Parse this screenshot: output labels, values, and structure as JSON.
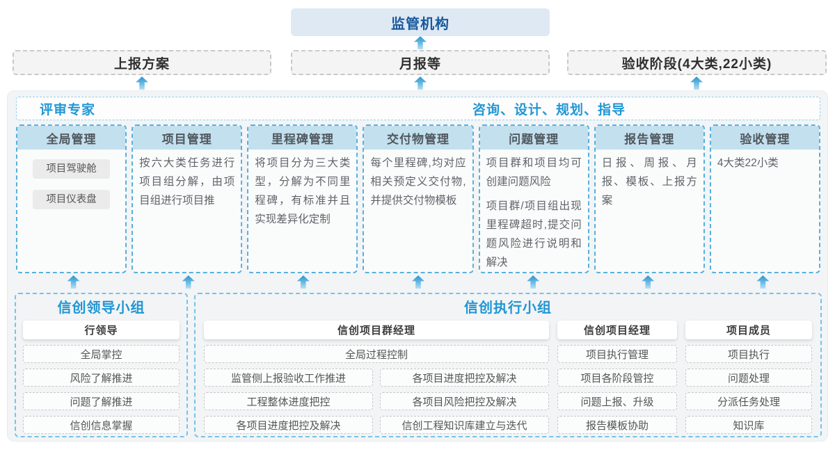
{
  "top": {
    "regulator": "监管机构"
  },
  "row2": {
    "report_plan": "上报方案",
    "monthly": "月报等",
    "acceptance": "验收阶段(4大类,22小类)"
  },
  "panel": {
    "experts_label": "评审专家",
    "consulting_label": "咨询、设计、规划、指导",
    "columns": [
      {
        "title": "全局管理",
        "pills": [
          "项目驾驶舱",
          "项目仪表盘"
        ]
      },
      {
        "title": "项目管理",
        "paras": [
          "按六大类任务进行项目组分解，由项目组进行项目推"
        ]
      },
      {
        "title": "里程碑管理",
        "paras": [
          "将项目分为三大类型，分解为不同里程碑，有标准并且实现差异化定制"
        ]
      },
      {
        "title": "交付物管理",
        "paras": [
          "每个里程碑,均对应相关预定义交付物,并提供交付物模板"
        ]
      },
      {
        "title": "问题管理",
        "paras": [
          "项目群和项目均可创建问题风险",
          "项目群/项目组出现里程碑超时,提交问题风险进行说明和解决"
        ]
      },
      {
        "title": "报告管理",
        "paras": [
          "日报、周报、月报、模板、上报方案"
        ]
      },
      {
        "title": "验收管理",
        "paras": [
          "4大类22小类"
        ]
      }
    ]
  },
  "groups": {
    "leader": {
      "title": "信创领导小组",
      "role": "行领导",
      "items": [
        "全局掌控",
        "风险了解推进",
        "问题了解推进",
        "信创信息掌握"
      ]
    },
    "exec": {
      "title": "信创执行小组",
      "pgm": {
        "role": "信创项目群经理",
        "full_item": "全局过程控制",
        "grid_items": [
          "监管侧上报验收工作推进",
          "各项目进度把控及解决",
          "工程整体进度把控",
          "各项目风险把控及解决",
          "各项目进度把控及解决",
          "信创工程知识库建立与迭代"
        ]
      },
      "pm": {
        "role": "信创项目经理",
        "items": [
          "项目执行管理",
          "项目各阶段管控",
          "问题上报、升级",
          "报告模板协助"
        ]
      },
      "member": {
        "role": "项目成员",
        "items": [
          "项目执行",
          "问题处理",
          "分派任务处理",
          "知识库"
        ]
      }
    }
  },
  "colors": {
    "accent_blue": "#2196d4",
    "regulator_bg": "#dfe9f4",
    "regulator_text": "#17599c",
    "panel_bg": "#f2f4f6",
    "column_border": "#58b0dc",
    "column_header_bg": "#c3e0ef",
    "arrow_blue": "#2d96d0"
  }
}
